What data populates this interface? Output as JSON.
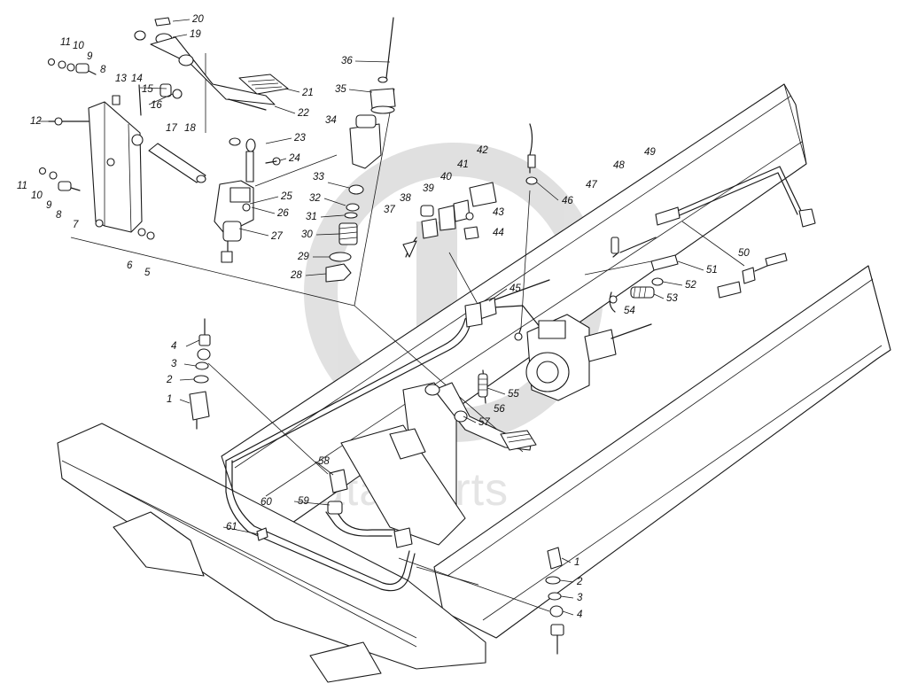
{
  "watermark": {
    "text": "data-parts",
    "color": "#c8c8c8"
  },
  "callouts": [
    {
      "id": "c20",
      "text": "20"
    },
    {
      "id": "c19",
      "text": "19"
    },
    {
      "id": "c11a",
      "text": "11"
    },
    {
      "id": "c10a",
      "text": "10"
    },
    {
      "id": "c9a",
      "text": "9"
    },
    {
      "id": "c8a",
      "text": "8"
    },
    {
      "id": "c13",
      "text": "13"
    },
    {
      "id": "c14",
      "text": "14"
    },
    {
      "id": "c15",
      "text": "15"
    },
    {
      "id": "c16",
      "text": "16"
    },
    {
      "id": "c12",
      "text": "12"
    },
    {
      "id": "c17",
      "text": "17"
    },
    {
      "id": "c18",
      "text": "18"
    },
    {
      "id": "c21",
      "text": "21"
    },
    {
      "id": "c22",
      "text": "22"
    },
    {
      "id": "c23",
      "text": "23"
    },
    {
      "id": "c24",
      "text": "24"
    },
    {
      "id": "c11b",
      "text": "11"
    },
    {
      "id": "c10b",
      "text": "10"
    },
    {
      "id": "c9b",
      "text": "9"
    },
    {
      "id": "c8b",
      "text": "8"
    },
    {
      "id": "c7",
      "text": "7"
    },
    {
      "id": "c6",
      "text": "6"
    },
    {
      "id": "c5",
      "text": "5"
    },
    {
      "id": "c25",
      "text": "25"
    },
    {
      "id": "c26",
      "text": "26"
    },
    {
      "id": "c27",
      "text": "27"
    },
    {
      "id": "c36",
      "text": "36"
    },
    {
      "id": "c35",
      "text": "35"
    },
    {
      "id": "c34",
      "text": "34"
    },
    {
      "id": "c33",
      "text": "33"
    },
    {
      "id": "c32",
      "text": "32"
    },
    {
      "id": "c31",
      "text": "31"
    },
    {
      "id": "c30",
      "text": "30"
    },
    {
      "id": "c29",
      "text": "29"
    },
    {
      "id": "c28",
      "text": "28"
    },
    {
      "id": "c42",
      "text": "42"
    },
    {
      "id": "c41",
      "text": "41"
    },
    {
      "id": "c40",
      "text": "40"
    },
    {
      "id": "c39",
      "text": "39"
    },
    {
      "id": "c38",
      "text": "38"
    },
    {
      "id": "c37",
      "text": "37"
    },
    {
      "id": "c43",
      "text": "43"
    },
    {
      "id": "c44",
      "text": "44"
    },
    {
      "id": "c46",
      "text": "46"
    },
    {
      "id": "c47",
      "text": "47"
    },
    {
      "id": "c48",
      "text": "48"
    },
    {
      "id": "c49",
      "text": "49"
    },
    {
      "id": "c50",
      "text": "50"
    },
    {
      "id": "c51",
      "text": "51"
    },
    {
      "id": "c52",
      "text": "52"
    },
    {
      "id": "c53",
      "text": "53"
    },
    {
      "id": "c54",
      "text": "54"
    },
    {
      "id": "c45",
      "text": "45"
    },
    {
      "id": "c55",
      "text": "55"
    },
    {
      "id": "c56",
      "text": "56"
    },
    {
      "id": "c57",
      "text": "57"
    },
    {
      "id": "c4a",
      "text": "4"
    },
    {
      "id": "c3a",
      "text": "3"
    },
    {
      "id": "c2a",
      "text": "2"
    },
    {
      "id": "c1a",
      "text": "1"
    },
    {
      "id": "c58",
      "text": "58"
    },
    {
      "id": "c60",
      "text": "60"
    },
    {
      "id": "c59",
      "text": "59"
    },
    {
      "id": "c61",
      "text": "61"
    },
    {
      "id": "c1b",
      "text": "1"
    },
    {
      "id": "c2b",
      "text": "2"
    },
    {
      "id": "c3b",
      "text": "3"
    },
    {
      "id": "c4b",
      "text": "4"
    }
  ]
}
